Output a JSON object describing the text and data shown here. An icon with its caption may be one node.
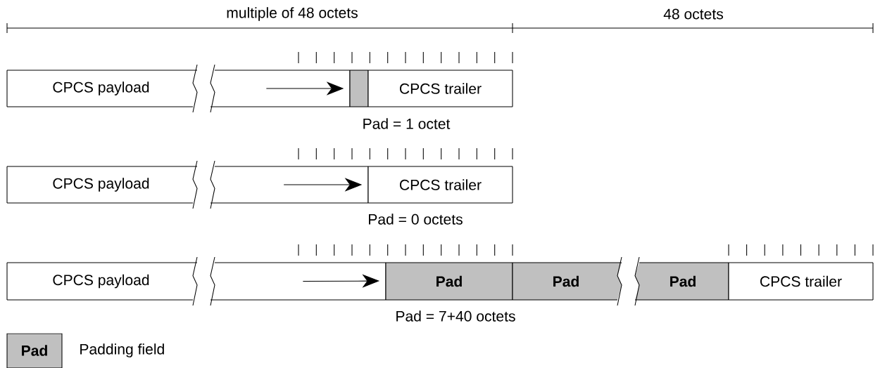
{
  "diagram": {
    "nodes": [
      {
        "text": [
          "CPCS payload"
        ]
      },
      {
        "text": [],
        "shape": "box"
      },
      {
        "text": [],
        "shape": "box"
      },
      {
        "text": [
          "CPCS trailer"
        ]
      },
      {
        "text": [
          "CPCS payload"
        ]
      },
      {
        "text": [],
        "shape": "box"
      },
      {
        "text": [
          "CPCS trailer"
        ]
      },
      {
        "text": [
          "CPCS payload"
        ]
      },
      {
        "text": [],
        "shape": "box"
      },
      {
        "text": [
          "Pad"
        ]
      },
      {
        "text": [
          "Pad"
        ]
      },
      {
        "text": [
          "Pad"
        ]
      },
      {
        "text": [
          "CPCS trailer"
        ]
      }
    ],
    "edges": [
      {
        "from": 1,
        "to": 2,
        "arrow": "to"
      },
      {
        "from": 5,
        "to": 6,
        "arrow": "to"
      },
      {
        "from": 8,
        "to": 9,
        "arrow": "to"
      }
    ],
    "labels": [
      "multiple of 48 octets",
      "48 octets",
      "Pad = 1 octet",
      "Pad = 0 octets",
      "Pad = 7+40 octets",
      "Pad"
    ],
    "legend": [
      {
        "text": "Padding field",
        "color": "#c0c0c0"
      }
    ]
  }
}
